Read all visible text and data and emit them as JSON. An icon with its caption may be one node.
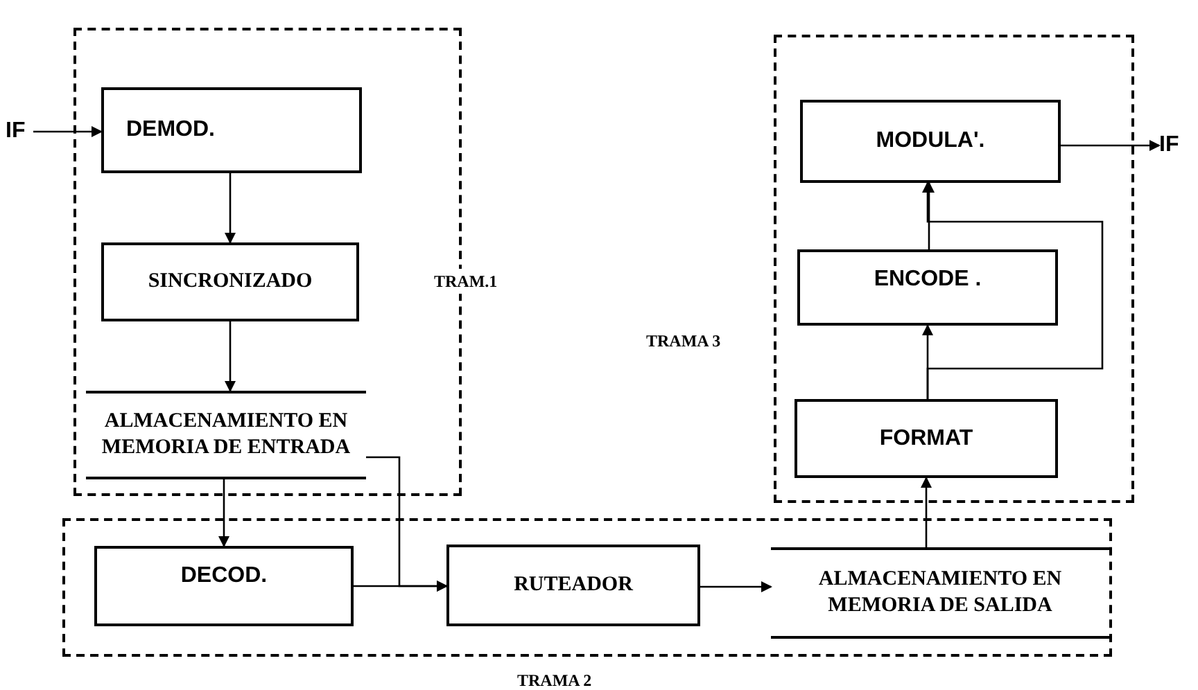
{
  "diagram": {
    "nodes": [
      {
        "text": [
          "TRAM.1"
        ]
      },
      {
        "text": [
          "IF"
        ]
      },
      {
        "text": [
          "DEMOD."
        ],
        "in": 0
      },
      {
        "text": [
          "SINCRONIZADO"
        ],
        "in": 0
      },
      {
        "text": [
          "ALMACENAMIENTO EN MEMORIA DE ENTRADA"
        ],
        "in": 0
      },
      {
        "text": [],
        "shape": "box",
        "beside": [
          "TRAMA 2"
        ]
      },
      {
        "text": [
          "DECOD."
        ],
        "in": 5
      },
      {
        "text": [
          "RUTEADOR"
        ],
        "in": 5
      },
      {
        "text": [
          "ALMACENAMIENTO EN MEMORIA DE SALIDA"
        ],
        "in": 5
      },
      {
        "text": [],
        "shape": "box",
        "beside": [
          "TRAMA 3"
        ]
      },
      {
        "text": [
          "MODULA'."
        ],
        "in": 9
      },
      {
        "text": [
          "ENCODE ."
        ],
        "in": 9
      },
      {
        "text": [
          "FORMAT"
        ],
        "in": 9
      },
      {
        "text": [
          "IF"
        ]
      }
    ],
    "edges": [
      {
        "from": 1,
        "to": 2,
        "arrow": "to"
      },
      {
        "from": 2,
        "to": 3,
        "arrow": "to"
      },
      {
        "from": 3,
        "to": 4,
        "arrow": "to"
      },
      {
        "from": 4,
        "to": 6,
        "arrow": "to"
      },
      {
        "from": 4,
        "to": 7,
        "arrow": "to"
      },
      {
        "from": 6,
        "to": 7,
        "arrow": "to"
      },
      {
        "from": 7,
        "to": 8,
        "arrow": "to"
      },
      {
        "from": 8,
        "to": 12,
        "arrow": "to"
      },
      {
        "from": 12,
        "to": 11,
        "arrow": "to"
      },
      {
        "from": 12,
        "to": 10,
        "arrow": "to"
      },
      {
        "from": 11,
        "to": 10,
        "arrow": "to"
      },
      {
        "from": 10,
        "to": 13,
        "arrow": "to"
      }
    ]
  }
}
